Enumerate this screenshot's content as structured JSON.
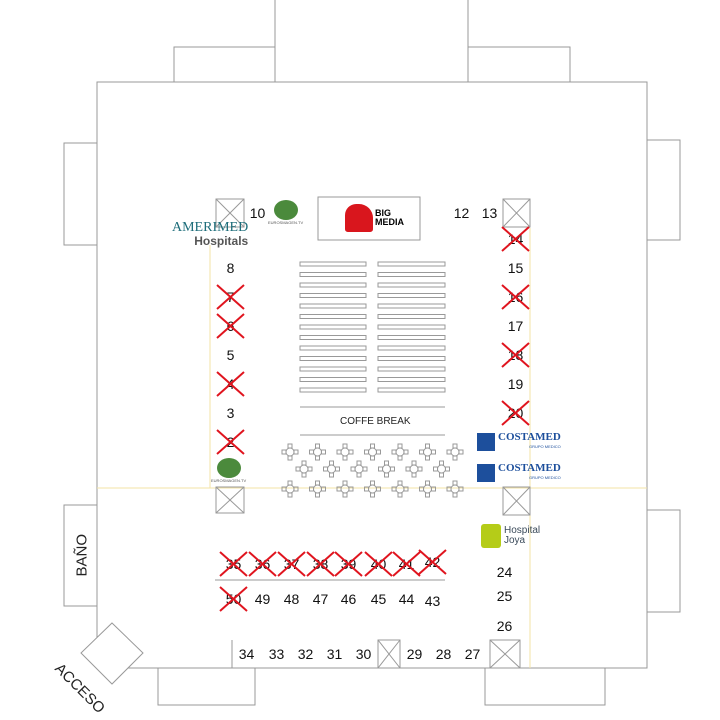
{
  "labels": {
    "bathroom": "BAÑO",
    "access": "ACCESO",
    "coffee_break": "COFFE BREAK"
  },
  "sponsors": {
    "amerimed": {
      "name": "AMERIMED",
      "sub": "Hospitals"
    },
    "eurosmagen": {
      "name": "EUROSMAGEN.TV"
    },
    "bigmedia": {
      "line1": "BIG",
      "line2": "MEDIA"
    },
    "costamed": {
      "name_a": "COSTA",
      "name_b": "MED",
      "sub": "GRUPO MEDICO"
    },
    "hospital_joya": {
      "line1": "Hospital",
      "line2": "Joya"
    }
  },
  "booths": [
    {
      "number": "2",
      "taken": true
    },
    {
      "number": "3",
      "taken": false
    },
    {
      "number": "4",
      "taken": true
    },
    {
      "number": "5",
      "taken": false
    },
    {
      "number": "6",
      "taken": true
    },
    {
      "number": "7",
      "taken": true
    },
    {
      "number": "8",
      "taken": false
    },
    {
      "number": "10",
      "taken": false
    },
    {
      "number": "12",
      "taken": false
    },
    {
      "number": "13",
      "taken": false
    },
    {
      "number": "14",
      "taken": true
    },
    {
      "number": "15",
      "taken": false
    },
    {
      "number": "16",
      "taken": true
    },
    {
      "number": "17",
      "taken": false
    },
    {
      "number": "18",
      "taken": true
    },
    {
      "number": "19",
      "taken": false
    },
    {
      "number": "20",
      "taken": true
    },
    {
      "number": "24",
      "taken": false
    },
    {
      "number": "25",
      "taken": false
    },
    {
      "number": "26",
      "taken": false
    },
    {
      "number": "27",
      "taken": false
    },
    {
      "number": "28",
      "taken": false
    },
    {
      "number": "29",
      "taken": false
    },
    {
      "number": "30",
      "taken": false
    },
    {
      "number": "31",
      "taken": false
    },
    {
      "number": "32",
      "taken": false
    },
    {
      "number": "33",
      "taken": false
    },
    {
      "number": "34",
      "taken": false
    },
    {
      "number": "35",
      "taken": true
    },
    {
      "number": "36",
      "taken": true
    },
    {
      "number": "37",
      "taken": true
    },
    {
      "number": "38",
      "taken": true
    },
    {
      "number": "39",
      "taken": true
    },
    {
      "number": "40",
      "taken": true
    },
    {
      "number": "41",
      "taken": true
    },
    {
      "number": "42",
      "taken": true
    },
    {
      "number": "43",
      "taken": false
    },
    {
      "number": "44",
      "taken": false
    },
    {
      "number": "45",
      "taken": false
    },
    {
      "number": "46",
      "taken": false
    },
    {
      "number": "47",
      "taken": false
    },
    {
      "number": "48",
      "taken": false
    },
    {
      "number": "49",
      "taken": false
    },
    {
      "number": "50",
      "taken": true
    }
  ],
  "colors": {
    "wall": "#999999",
    "cross": "#e0141e",
    "guide": "#f3e3a6",
    "costamed": "#1d4f9c",
    "joya": "#b5cc18",
    "bigmedia": "#d9161d",
    "eurosmagen": "#4b8a3c"
  }
}
